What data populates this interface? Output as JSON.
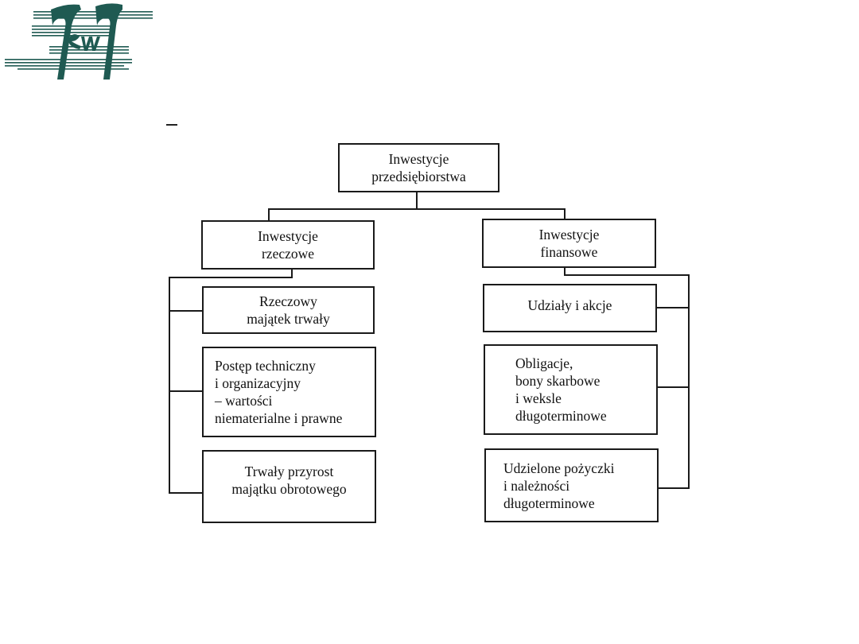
{
  "logo": {
    "name": "logo-icon",
    "color": "#1f5a52"
  },
  "diagram": {
    "root": {
      "lines": [
        "Inwestycje",
        "przedsiębiorstwa"
      ]
    },
    "branches": [
      {
        "id": "rzeczowe",
        "lines": [
          "Inwestycje",
          "rzeczowe"
        ],
        "children": [
          {
            "lines": [
              "Rzeczowy",
              "majątek trwały"
            ]
          },
          {
            "lines": [
              "Postęp techniczny",
              "i organizacyjny",
              "– wartości",
              "niematerialne i prawne"
            ]
          },
          {
            "lines": [
              "Trwały przyrost",
              "majątku obrotowego"
            ]
          }
        ]
      },
      {
        "id": "finansowe",
        "lines": [
          "Inwestycje",
          "finansowe"
        ],
        "children": [
          {
            "lines": [
              "Udziały i akcje"
            ]
          },
          {
            "lines": [
              "Obligacje,",
              "bony skarbowe",
              "i weksle",
              "długoterminowe"
            ]
          },
          {
            "lines": [
              "Udzielone pożyczki",
              "i należności",
              "długoterminowe"
            ]
          }
        ]
      }
    ]
  }
}
